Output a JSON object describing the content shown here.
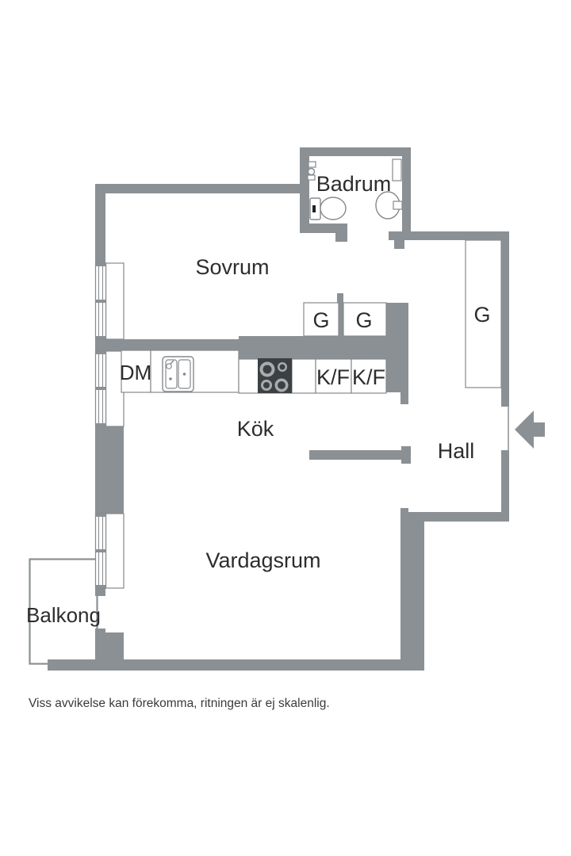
{
  "title": "Apartment floor plan",
  "colors": {
    "bg": "#ffffff",
    "wall": "#8b9094",
    "outline": "#85898d",
    "text": "#2d2d2f",
    "muted": "#3a3a3a",
    "stove": "#3c4043",
    "burner": "#a7acb0"
  },
  "rooms": {
    "sovrum": "Sovrum",
    "badrum": "Badrum",
    "kok": "Kök",
    "hall": "Hall",
    "vardagsrum": "Vardagsrum",
    "balkong": "Balkong"
  },
  "units": {
    "dm": "DM",
    "g_left": "G",
    "g_right": "G",
    "g_hall": "G",
    "kf1": "K/F",
    "kf2": "K/F"
  },
  "footer": {
    "disclaimer": "Viss avvikelse kan förekomma, ritningen är ej skalenlig."
  }
}
